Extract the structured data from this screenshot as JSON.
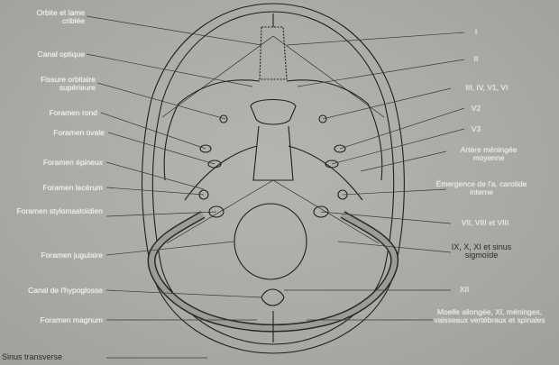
{
  "diagram": {
    "left_labels": [
      "Orbite et lame criblée",
      "Canal optique",
      "Fissure orbitaire supérieure",
      "Foramen rond",
      "Foramen ovale",
      "Foramen épineux",
      "Foramen lacérum",
      "Foramen stylomastoïdien",
      "Foramen jugulaire",
      "Canal de l'hypoglosse",
      "Foramen magnum",
      "Sinus transverse"
    ],
    "right_labels": [
      "I",
      "II",
      "III, IV, V1, VI",
      "V2",
      "V3",
      "Artère méningée moyenne",
      "Émergence de l'a. carotide interne",
      "VII, VIII et VIII",
      "IX, X, XI et sinus sigmoïde",
      "XII",
      "Moelle allongée, XI, méninges, vaisseaux vertébraux et spinales"
    ]
  }
}
